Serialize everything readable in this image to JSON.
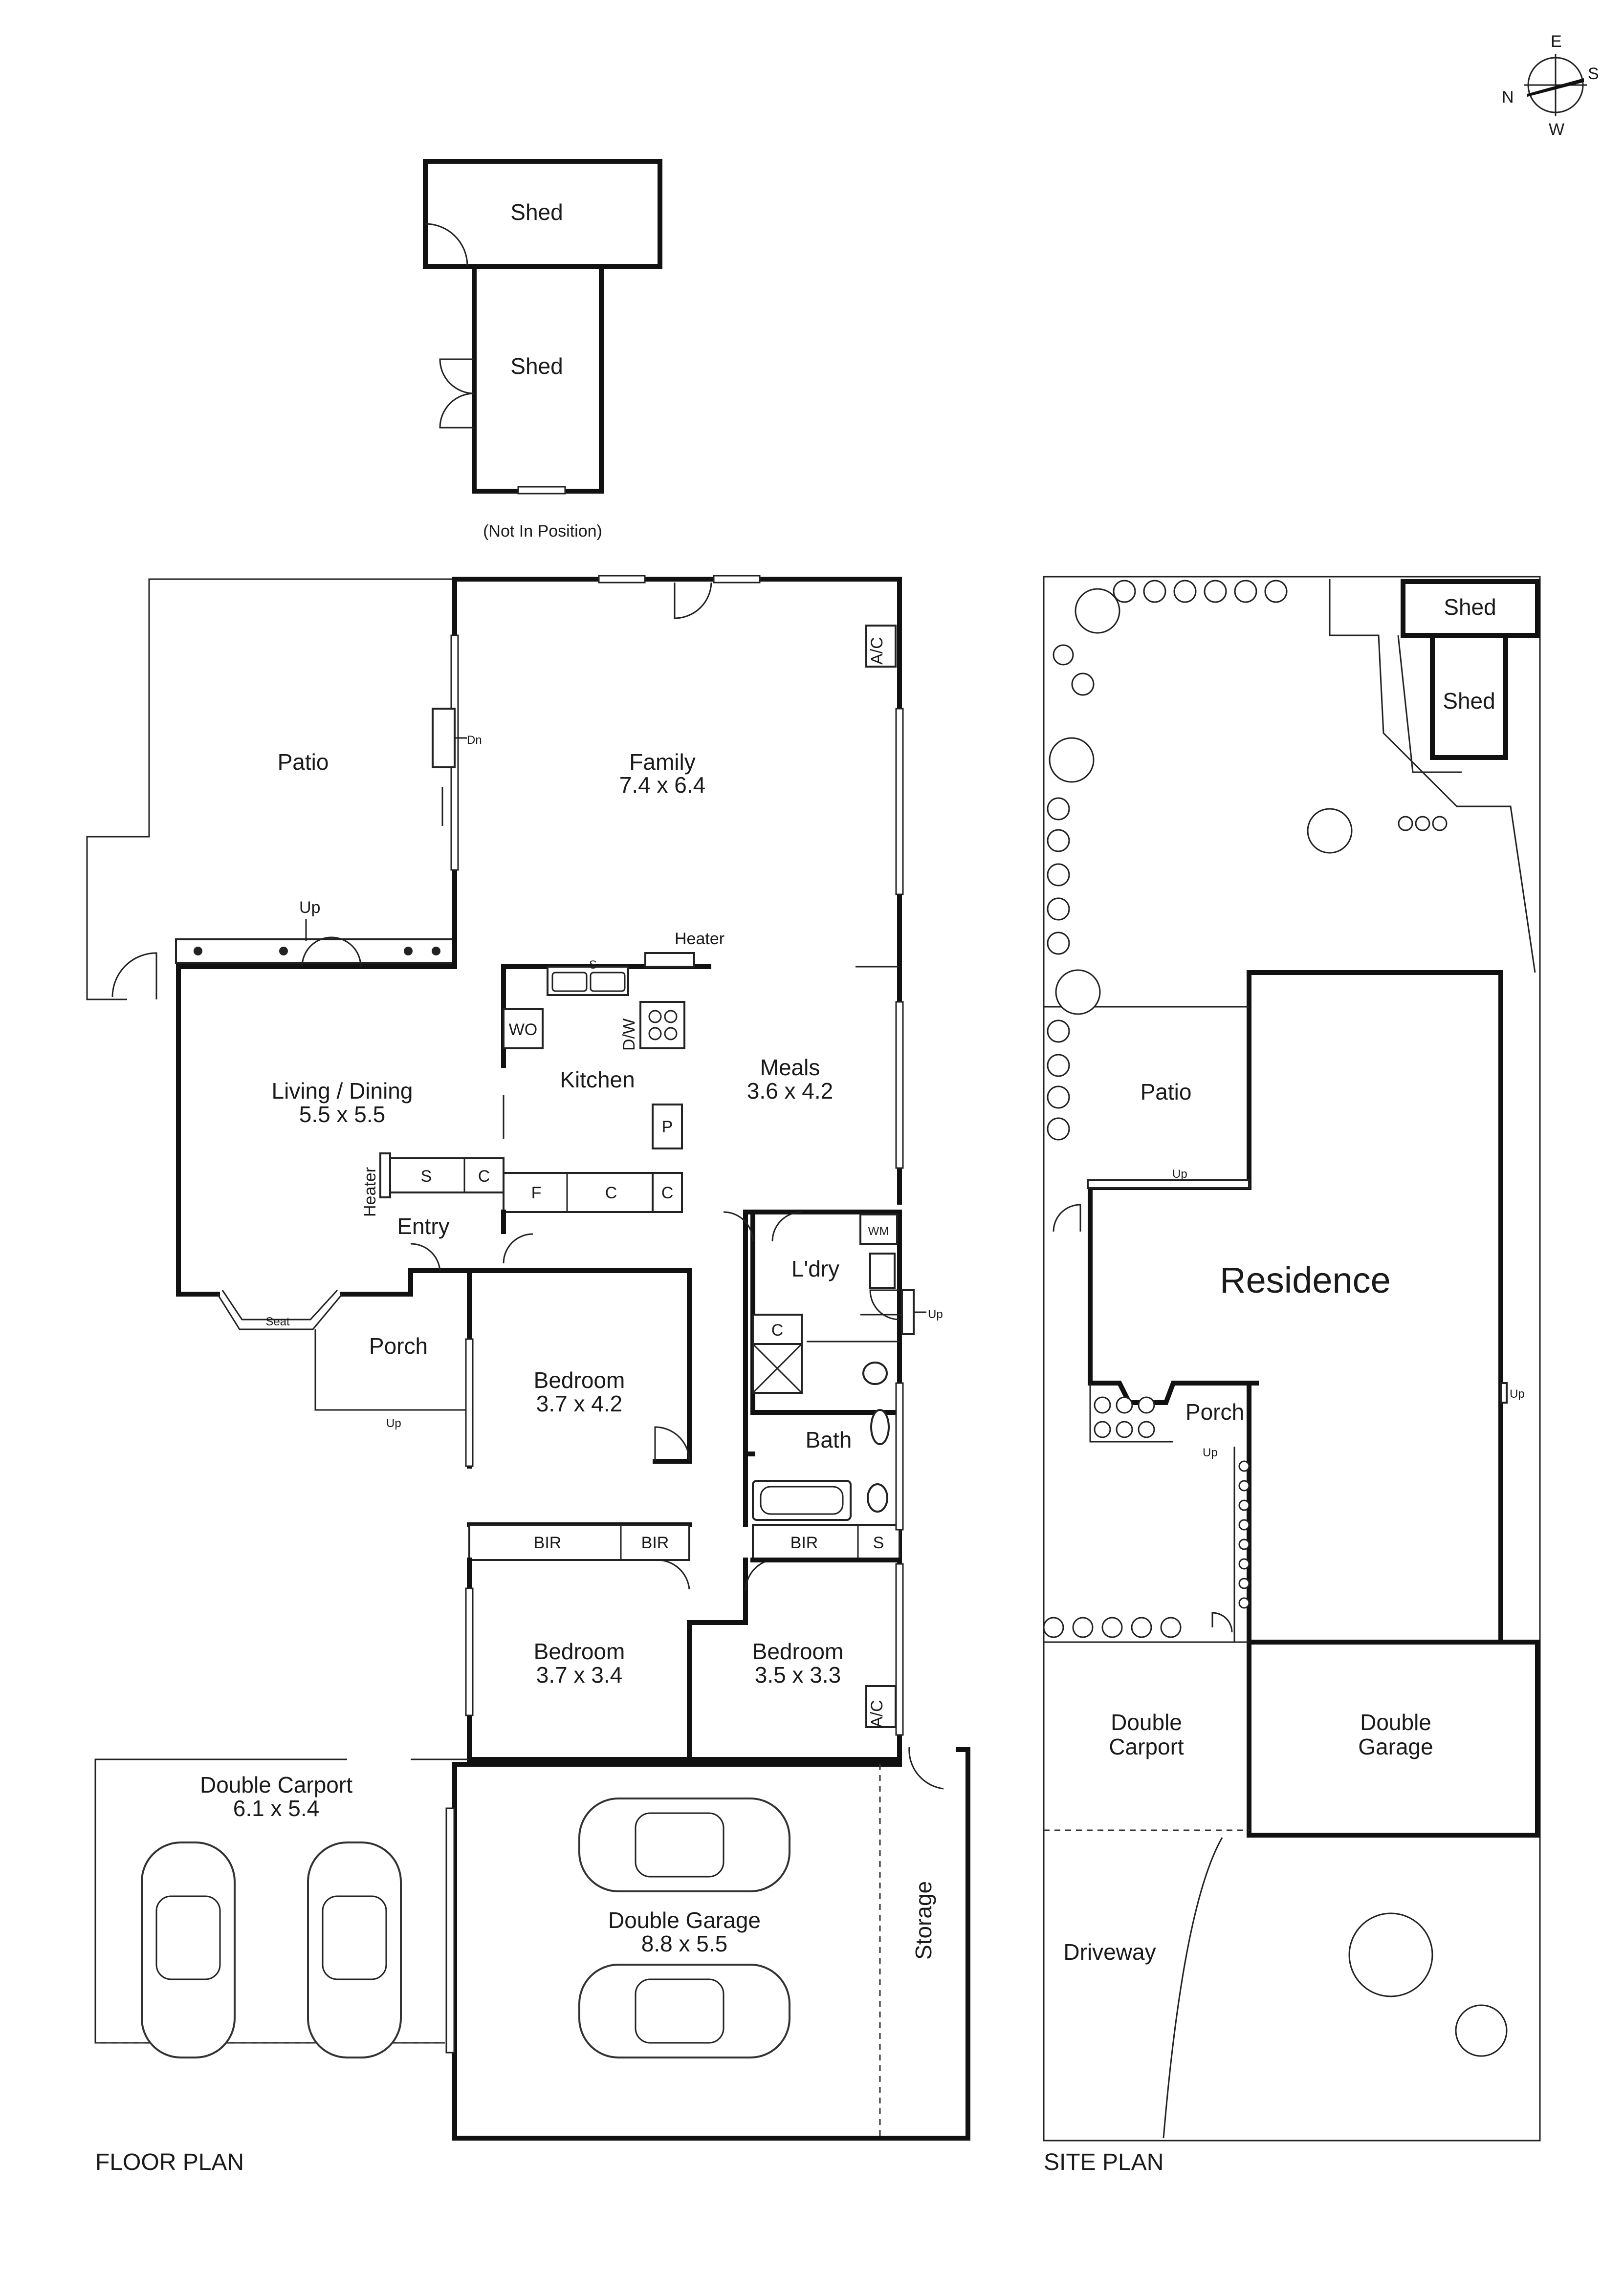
{
  "plan_title": "FLOOR PLAN",
  "site_title": "SITE PLAN",
  "compass": {
    "e": "E",
    "s": "S",
    "n": "N",
    "w": "W"
  },
  "shed_note": "(Not In Position)",
  "rooms": {
    "shed_top": "Shed",
    "shed_bottom": "Shed",
    "patio": "Patio",
    "family": {
      "name": "Family",
      "dim": "7.4 x 6.4"
    },
    "living": {
      "name": "Living / Dining",
      "dim": "5.5 x 5.5"
    },
    "kitchen": "Kitchen",
    "meals": {
      "name": "Meals",
      "dim": "3.6 x 4.2"
    },
    "entry": "Entry",
    "porch": "Porch",
    "laundry": "L'dry",
    "bath": "Bath",
    "bed1": {
      "name": "Bedroom",
      "dim": "3.7 x 4.2"
    },
    "bed2": {
      "name": "Bedroom",
      "dim": "3.7 x 3.4"
    },
    "bed3": {
      "name": "Bedroom",
      "dim": "3.5 x 3.3"
    },
    "carport": {
      "name": "Double Carport",
      "dim": "6.1 x 5.4"
    },
    "garage": {
      "name": "Double Garage",
      "dim": "8.8 x 5.5"
    },
    "storage": "Storage"
  },
  "labels": {
    "heater_top": "Heater",
    "heater_left": "Heater",
    "ac_top": "A/C",
    "ac_bottom": "A/C",
    "dn": "Dn",
    "up_patio": "Up",
    "up_porch": "Up",
    "up_laundry": "Up",
    "wo": "WO",
    "dw": "D/W",
    "p": "P",
    "s_entry": "S",
    "c_entry": "C",
    "f": "F",
    "c_kitchen": "C",
    "c_pantry": "C",
    "wm": "WM",
    "c_laundry": "C",
    "sink_s": "S",
    "seat": "Seat",
    "bir1": "BIR",
    "bir2": "BIR",
    "bir3": "BIR",
    "s_bath": "S"
  },
  "site": {
    "shed_top": "Shed",
    "shed_bottom": "Shed",
    "patio": "Patio",
    "residence": "Residence",
    "porch": "Porch",
    "up_patio": "Up",
    "up_porch": "Up",
    "up_side": "Up",
    "carport_l1": "Double",
    "carport_l2": "Carport",
    "garage_l1": "Double",
    "garage_l2": "Garage",
    "driveway": "Driveway"
  }
}
